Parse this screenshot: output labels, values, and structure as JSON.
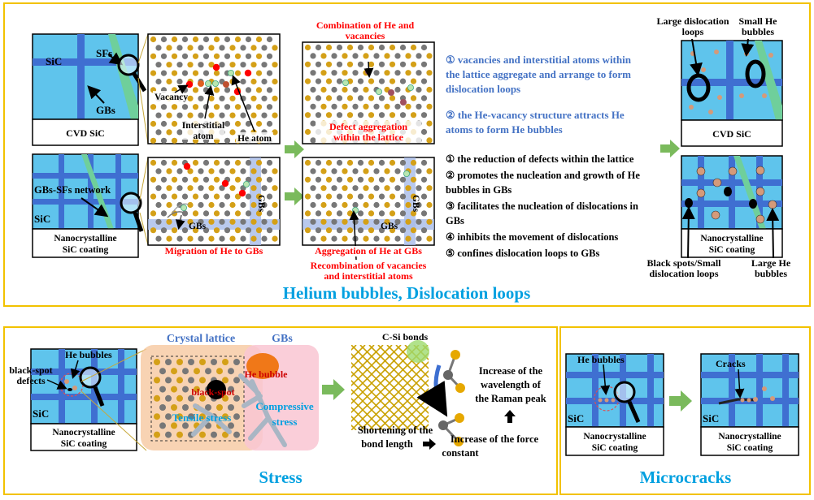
{
  "colors": {
    "frame": "#f2c200",
    "panel_bg": "#5fc4ec",
    "gb_band": "#3f6fd1",
    "sf_band": "#6fcf9b",
    "red_text": "#ff0000",
    "blue_text": "#4472c4",
    "title_blue": "#00a0e0",
    "arrow_green": "#7aba5c",
    "atom_gold": "#d4a017",
    "atom_gray": "#777777",
    "vacancy_red": "#ff0000",
    "he_green": "#b8e6b0",
    "bubble_fill": "#d49a7a"
  },
  "top_section": {
    "title": "Helium bubbles, Dislocation loops",
    "cvd_panel": {
      "sic": "SiC",
      "sfs": "SFs",
      "gbs": "GBs",
      "caption": "CVD SiC"
    },
    "nano_panel": {
      "network": "GBs-SFs network",
      "sic": "SiC",
      "caption_line1": "Nanocrystalline",
      "caption_line2": "SiC coating"
    },
    "lattice_a": {
      "vacancy": "Vacancy",
      "interstitial_line1": "Interstitial",
      "interstitial_line2": "atom",
      "he_atom": "He atom"
    },
    "lattice_b": {
      "top_line1": "Combination of He and",
      "top_line2": "vacancies",
      "bottom_line1": "Defect aggregation",
      "bottom_line2": "within the lattice"
    },
    "lattice_c": {
      "gbs_h": "GBs",
      "gbs_v": "GBs",
      "caption": "Migration of He to GBs"
    },
    "lattice_d": {
      "gbs_h": "GBs",
      "gbs_v": "GBs",
      "caption": "Aggregation of He at GBs",
      "below_line1": "Recombination of vacancies",
      "below_line2": "and interstitial atoms"
    },
    "blue_notes": [
      "① vacancies and interstitial atoms within",
      "the lattice aggregate and arrange to form",
      "dislocation loops",
      "② the He-vacancy structure attracts He",
      "atoms to form He bubbles"
    ],
    "black_notes": [
      "① the reduction of defects within the lattice",
      "② promotes the nucleation and growth of He",
      "bubbles in GBs",
      "③ facilitates the nucleation of dislocations in",
      "GBs",
      "④ inhibits the movement of dislocations",
      "⑤ confines dislocation loops to GBs"
    ],
    "result_cvd": {
      "large_line1": "Large dislocation",
      "large_line2": "loops",
      "small_line1": "Small He",
      "small_line2": "bubbles",
      "caption": "CVD SiC"
    },
    "result_nano": {
      "caption_line1": "Nanocrystalline",
      "caption_line2": "SiC coating",
      "black_line1": "Black spots/Small",
      "black_line2": "dislocation loops",
      "large_line1": "Large He",
      "large_line2": "bubbles"
    }
  },
  "stress_section": {
    "title": "Stress",
    "panel": {
      "he_bubbles": "He bubbles",
      "black_spot_line1": "black-spot",
      "black_spot_line2": "defects",
      "sic": "SiC",
      "caption_line1": "Nanocrystalline",
      "caption_line2": "SiC coating"
    },
    "crystal_lattice": "Crystal lattice",
    "gbs": "GBs",
    "he_bubble": "He bubble",
    "black_spot": "black-spot",
    "tensile": "Tensile stress",
    "compressive_line1": "Compressive",
    "compressive_line2": "stress",
    "c_si_bonds": "C-Si bonds",
    "wavelength_line1": "Increase of the",
    "wavelength_line2": "wavelength of",
    "wavelength_line3": "the Raman peak",
    "shortening_line1": "Shortening of the",
    "shortening_line2": "bond length",
    "force_line1": "Increase of the force",
    "force_line2": "constant"
  },
  "micro_section": {
    "title": "Microcracks",
    "panel1": {
      "he_bubbles": "He bubbles",
      "sic": "SiC",
      "caption_line1": "Nanocrystalline",
      "caption_line2": "SiC coating"
    },
    "panel2": {
      "cracks": "Cracks",
      "sic": "SiC",
      "caption_line1": "Nanocrystalline",
      "caption_line2": "SiC coating"
    }
  }
}
